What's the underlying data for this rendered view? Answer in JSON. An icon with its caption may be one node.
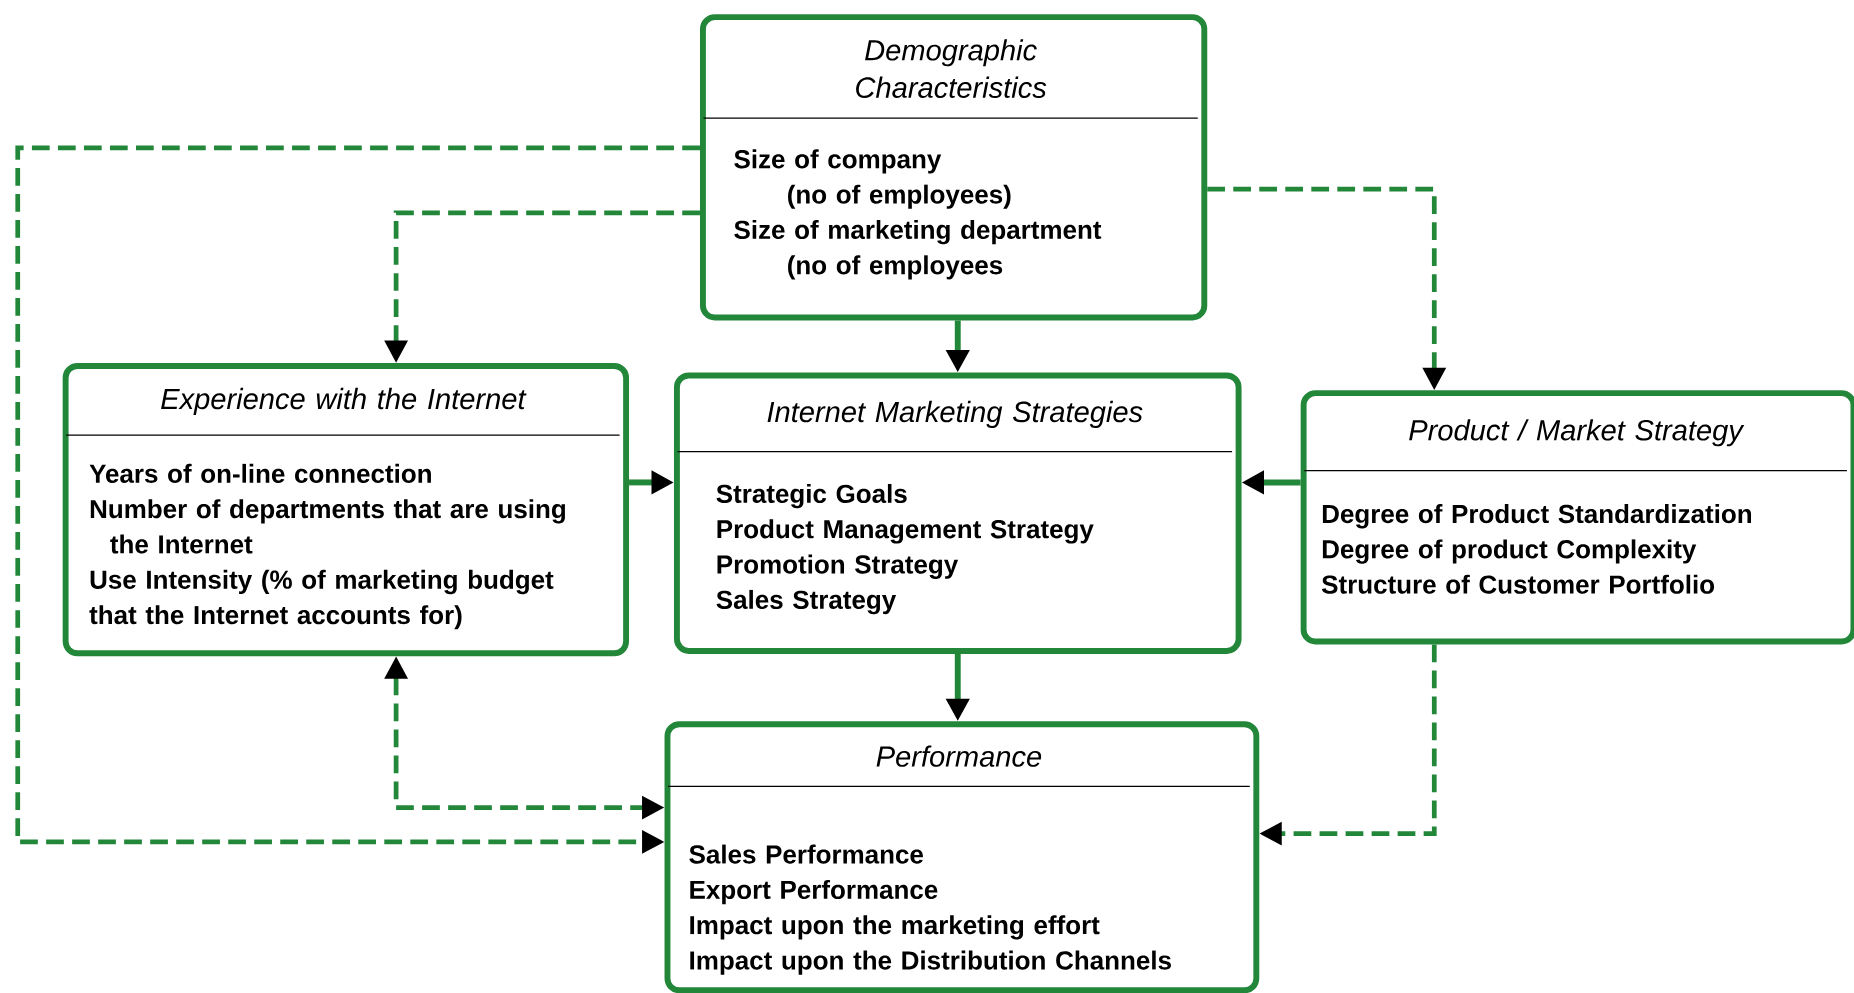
{
  "diagram": {
    "nodes": [
      {
        "text": [
          "Demographic Characteristics",
          "Size of company",
          "(no of employees)",
          "Size of marketing department",
          "(no of employees"
        ]
      },
      {
        "text": [
          "Experience with the Internet",
          "Years of on-line connection",
          "Number of departments that are using the Internet",
          "Use Intensity (% of marketing budget that the Internet accounts for)"
        ]
      },
      {
        "text": [
          "Internet Marketing Strategies",
          "Strategic Goals",
          "Product Management Strategy",
          "Promotion Strategy",
          "Sales Strategy"
        ]
      },
      {
        "text": [
          "Product / Market Strategy",
          "Degree of Product Standardization",
          "Degree of product Complexity",
          "Structure of Customer Portfolio"
        ]
      },
      {
        "text": [
          "Performance",
          "Sales Performance",
          "Export Performance",
          "Impact upon the marketing effort",
          "Impact upon the Distribution Channels"
        ]
      }
    ],
    "edges": [
      {
        "from": 0,
        "to": 2,
        "arrow": "to"
      },
      {
        "from": 0,
        "to": 1,
        "arrow": "to",
        "style": "dashed"
      },
      {
        "from": 0,
        "to": 3,
        "arrow": "to",
        "style": "dashed"
      },
      {
        "from": 0,
        "to": 4,
        "arrow": "to",
        "style": "dashed"
      },
      {
        "from": 1,
        "to": 2,
        "arrow": "to"
      },
      {
        "from": 3,
        "to": 2,
        "arrow": "to"
      },
      {
        "from": 2,
        "to": 4,
        "arrow": "to"
      },
      {
        "from": 1,
        "to": 4,
        "arrow": "both",
        "style": "dashed"
      },
      {
        "from": 3,
        "to": 4,
        "arrow": "to",
        "style": "dashed"
      }
    ]
  }
}
